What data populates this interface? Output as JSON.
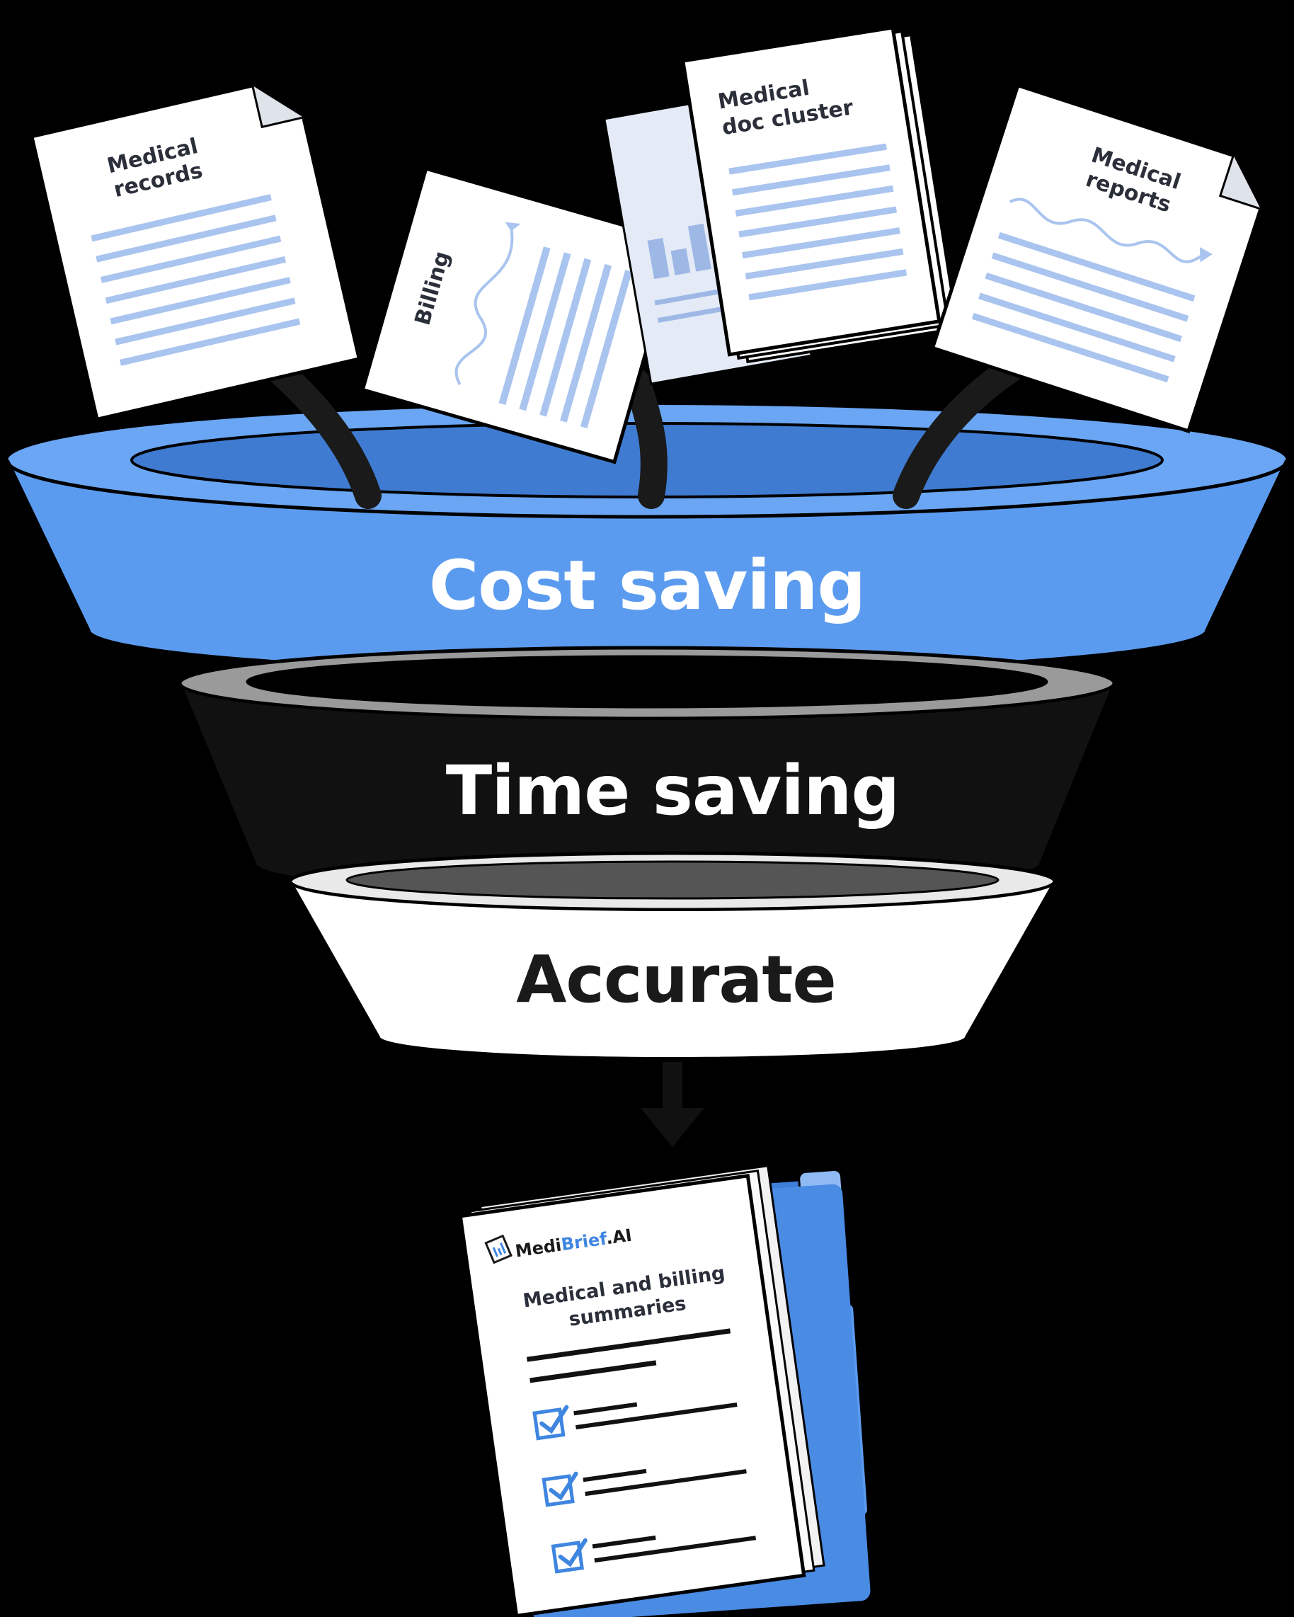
{
  "documents": [
    {
      "id": "medical-records",
      "lines": [
        "Medical",
        "records"
      ]
    },
    {
      "id": "billing",
      "lines": [
        "Billing"
      ]
    },
    {
      "id": "medical-doc-cluster",
      "lines": [
        "Medical",
        "doc cluster"
      ]
    },
    {
      "id": "medical-reports",
      "lines": [
        "Medical",
        "reports"
      ]
    }
  ],
  "funnel": {
    "stages": [
      {
        "id": "cost-saving",
        "label": "Cost saving"
      },
      {
        "id": "time-saving",
        "label": "Time saving"
      },
      {
        "id": "accurate",
        "label": "Accurate"
      }
    ]
  },
  "output": {
    "brand": {
      "part1": "Medi",
      "part2": "Brief",
      "part3": ".AI"
    },
    "title_lines": [
      "Medical and billing",
      "summaries"
    ]
  },
  "colors": {
    "background": "#000000",
    "accent_blue": "#5b9bef",
    "accent_blue_dark": "#3d7fd9",
    "doc_lines": "#a9c4ee",
    "text_dark": "#1a1a1a",
    "checkbox_blue": "#3f86e0"
  }
}
